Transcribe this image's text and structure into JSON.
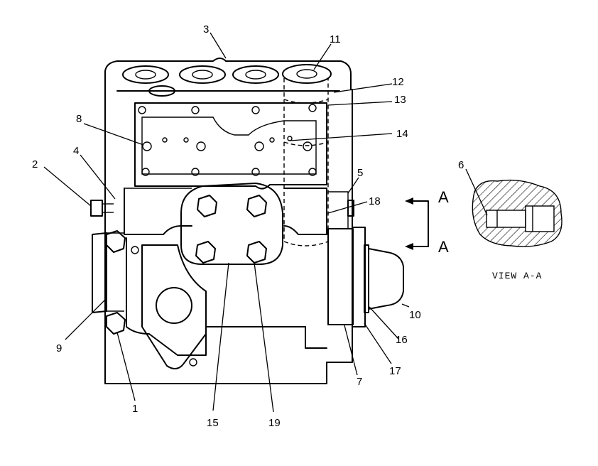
{
  "callouts": [
    {
      "id": "c1",
      "label": "1"
    },
    {
      "id": "c2",
      "label": "2"
    },
    {
      "id": "c3",
      "label": "3"
    },
    {
      "id": "c4",
      "label": "4"
    },
    {
      "id": "c5",
      "label": "5"
    },
    {
      "id": "c6",
      "label": "6"
    },
    {
      "id": "c7",
      "label": "7"
    },
    {
      "id": "c8",
      "label": "8"
    },
    {
      "id": "c9",
      "label": "9"
    },
    {
      "id": "c10",
      "label": "10"
    },
    {
      "id": "c11",
      "label": "11"
    },
    {
      "id": "c12",
      "label": "12"
    },
    {
      "id": "c13",
      "label": "13"
    },
    {
      "id": "c14",
      "label": "14"
    },
    {
      "id": "c15",
      "label": "15"
    },
    {
      "id": "c16",
      "label": "16"
    },
    {
      "id": "c17",
      "label": "17"
    },
    {
      "id": "c18",
      "label": "18"
    },
    {
      "id": "c19",
      "label": "19"
    }
  ],
  "section_markers": {
    "top": "A",
    "bottom": "A"
  },
  "view_caption": "VIEW A-A"
}
